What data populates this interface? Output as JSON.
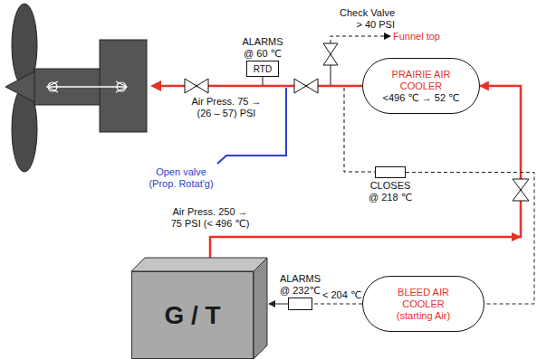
{
  "diagram": {
    "nodes": [
      {
        "text": [
          "ALARMS @ 60 ℃",
          "RTD"
        ]
      },
      {
        "text": [
          "PRAIRIE AIR COOLER",
          "<496 ℃ → 52 ℃"
        ]
      },
      {
        "text": [
          "CLOSES @ 218 ℃"
        ]
      },
      {
        "text": [
          "G / T"
        ]
      },
      {
        "text": [
          "ALARMS @ 232℃"
        ]
      },
      {
        "text": [
          "BLEED AIR COOLER",
          "(starting Air)"
        ]
      }
    ],
    "edges": [
      {
        "from": 3,
        "to": 1,
        "arrow": "to",
        "label": "Air Press. 250 → 75 PSI (< 496 ℃)"
      },
      {
        "from": 2,
        "to": 5,
        "arrow": "none"
      },
      {
        "from": 5,
        "to": 4,
        "arrow": "none"
      },
      {
        "from": 4,
        "to": 3,
        "arrow": "to"
      }
    ],
    "labels": [
      "Check Valve > 40 PSI",
      "Funnel top",
      "Air Press. 75 → (26 – 57) PSI",
      "Open valve (Prop. Rotat'g)",
      "< 204 ℃"
    ]
  }
}
